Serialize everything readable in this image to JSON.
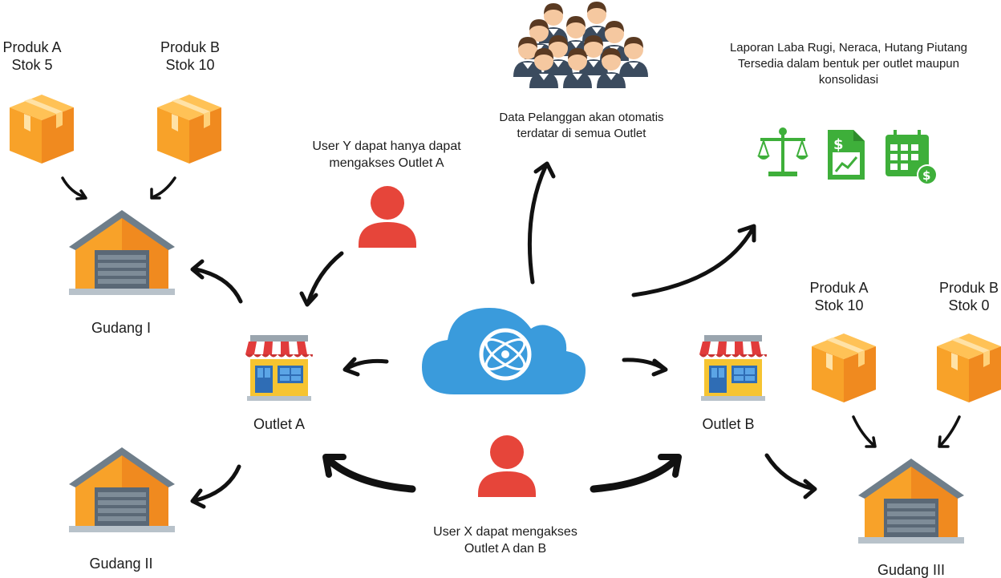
{
  "colors": {
    "box_main": "#F8A229",
    "box_dark": "#F08A1F",
    "box_light": "#FFC256",
    "warehouse_wall": "#F8A229",
    "warehouse_roof": "#6F7E8A",
    "warehouse_door": "#5A6876",
    "cloud": "#3A9BDC",
    "user_red": "#E6453A",
    "report_green": "#3EAF3A",
    "awning_red": "#E13B3B",
    "store_wall": "#F6C431",
    "text": "#1C1C1C",
    "arrow": "#111111"
  },
  "icons": {
    "box": "cardboard-box-icon",
    "warehouse": "warehouse-icon",
    "store": "store-icon",
    "cloud": "cloud-hub-icon",
    "user": "user-icon",
    "people": "people-group-icon",
    "balance": "balance-scale-icon",
    "invoice": "invoice-chart-icon",
    "calendar": "calendar-dollar-icon"
  },
  "labels": {
    "produk_a_top": "Produk A\nStok 5",
    "produk_b_top": "Produk B\nStok 10",
    "gudang_1": "Gudang I",
    "gudang_2": "Gudang II",
    "gudang_3": "Gudang III",
    "outlet_a": "Outlet A",
    "outlet_b": "Outlet B",
    "user_y": "User Y dapat hanya dapat\nmengakses Outlet A",
    "user_x": "User X dapat mengakses\nOutlet A dan B",
    "pelanggan": "Data Pelanggan akan otomatis\nterdatar di semua Outlet",
    "laporan": "Laporan Laba Rugi, Neraca, Hutang Piutang\nTersedia dalam bentuk per outlet maupun\nkonsolidasi",
    "produk_a_right": "Produk A\nStok 10",
    "produk_b_right": "Produk B\nStok 0"
  }
}
